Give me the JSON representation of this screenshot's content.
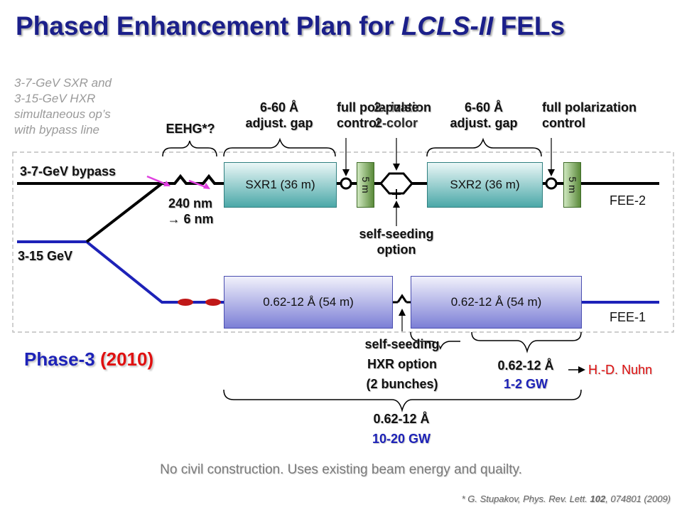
{
  "title": {
    "prefix": "Phased Enhancement Plan for ",
    "italic": "LCLS-II",
    "suffix": " FELs"
  },
  "note_top_left": [
    "3-7-GeV SXR and",
    "3-15-GeV HXR",
    "simultaneous op’s",
    "with bypass line"
  ],
  "eehg": "EEHG*?",
  "sxr1_range": [
    "6-60 Å",
    "adjust. gap"
  ],
  "sxr2_range": [
    "6-60 Å",
    "adjust. gap"
  ],
  "full_pol_1": [
    "full polarization",
    "control"
  ],
  "two_color": [
    "2-pulse",
    "2-color"
  ],
  "full_pol_2": [
    "full polarization",
    "control"
  ],
  "bypass_label": "3-7-GeV bypass",
  "gev_label": "3-15 GeV",
  "wavelength": [
    "240 nm",
    "→ 6 nm"
  ],
  "sxr1_box": "SXR1 (36 m)",
  "sxr2_box": "SXR2 (36 m)",
  "five_m_1": "5 m",
  "five_m_2": "5 m",
  "self_seeding_soft": [
    "self-seeding",
    "option"
  ],
  "hxr1_box": "0.62-12 Å (54 m)",
  "hxr2_box": "0.62-12 Å (54 m)",
  "fee2": "FEE-2",
  "fee1": "FEE-1",
  "phase": {
    "name": "Phase-3",
    "year": "(2010)"
  },
  "self_seeding_hxr": [
    "self-seeding",
    "HXR option",
    "(2 bunches)"
  ],
  "hxr_output_short": {
    "range": "0.62-12 Å",
    "power": "1-2 GW"
  },
  "author": "H.-D. Nuhn",
  "hxr_output_long": {
    "range": "0.62-12 Å",
    "power": "10-20 GW"
  },
  "footer": "No civil construction.  Uses existing beam energy and quailty.",
  "reference": {
    "prefix": "* G. Stupakov, Phys. Rev. Lett. ",
    "volume": "102",
    "suffix": ", 074801 (2009)"
  },
  "colors": {
    "title": "#1b1f8a",
    "beamline_blue": "#1d22b8",
    "beamline_black": "#000000",
    "red": "#e01010",
    "magenta": "#e040e0"
  }
}
